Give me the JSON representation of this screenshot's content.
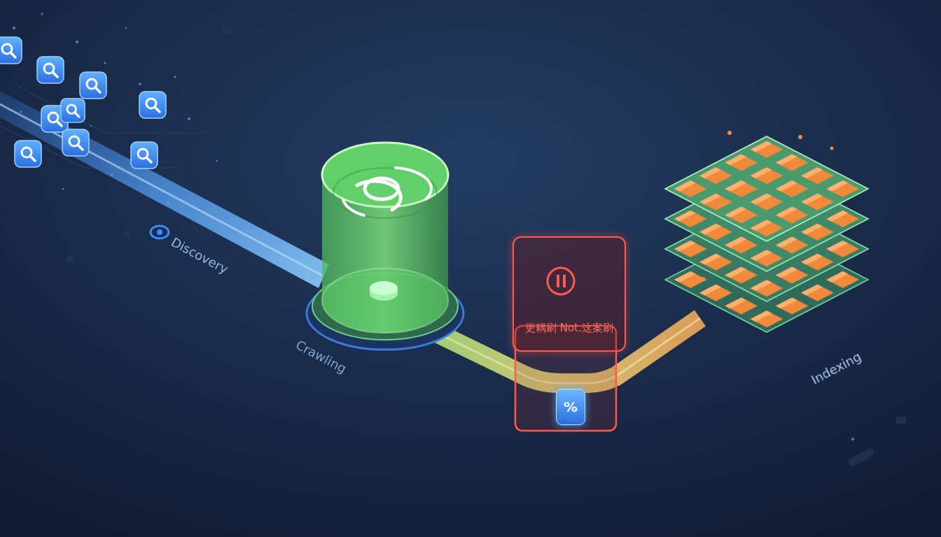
{
  "diagram": {
    "nodes": [
      {
        "text": [
          "更耦刷 Not.这案刷"
        ]
      },
      {
        "text": [
          "%"
        ]
      }
    ],
    "labels": [
      "Discovery",
      "Crawling",
      "Indexing"
    ]
  }
}
